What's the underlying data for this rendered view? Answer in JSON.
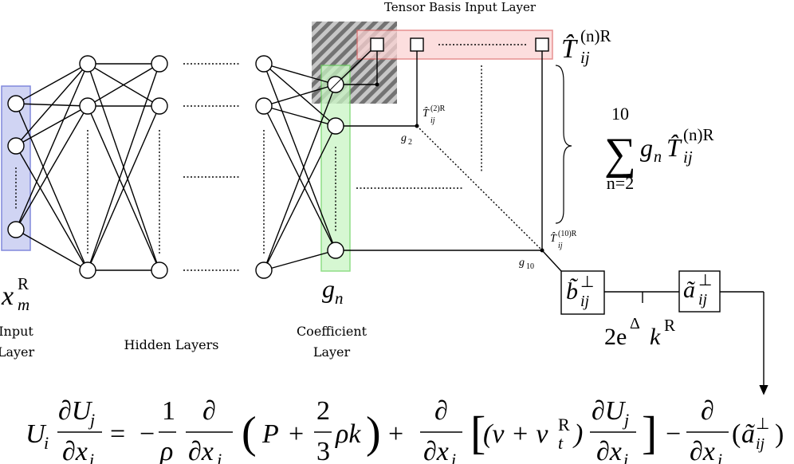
{
  "labels": {
    "tensor_basis_input_layer": "Tensor Basis Input Layer",
    "input_layer_line1": "Input",
    "input_layer_line2": "Layer",
    "hidden_layers": "Hidden Layers",
    "coefficient_layer_line1": "Coefficient",
    "coefficient_layer_line2": "Layer"
  },
  "math": {
    "x_m": "x",
    "x_m_sub": "m",
    "x_m_sup": "R",
    "g_n": "g",
    "g_n_sub": "n",
    "T_n": "T̂",
    "T_n_sup": "(n)R",
    "T_n_sub": "ij",
    "T_2": "T̂",
    "T_2_sup": "(2)R",
    "T_2_sub": "ij",
    "T_10": "T̂",
    "T_10_sup": "(10)R",
    "T_10_sub": "ij",
    "g_2": "g",
    "g_2_sub": "2",
    "g_10": "g",
    "g_10_sub": "10",
    "sum_upper": "10",
    "sum_lower": "n=2",
    "sum_term_g": "g",
    "sum_term_g_sub": "n",
    "sum_term_T": "T̂",
    "sum_term_T_sup": "(n)R",
    "sum_term_T_sub": "ij",
    "b_box": "b̃",
    "b_box_sup": "⊥",
    "b_box_sub": "ij",
    "a_box": "ã",
    "a_box_sup": "⊥",
    "a_box_sub": "ij",
    "scaling_2e": "2e",
    "scaling_delta": "Δ",
    "scaling_k": "k",
    "scaling_k_sup": "R"
  },
  "equation": {
    "lhs_U": "U",
    "lhs_U_sub": "i",
    "lhs_num": "∂U",
    "lhs_num_sub": "j",
    "lhs_den": "∂x",
    "lhs_den_sub": "i",
    "equals": "=",
    "minus1": "−",
    "frac1_num": "1",
    "frac1_den": "ρ",
    "d_num": "∂",
    "d_den": "∂x",
    "d_den_sub": "j",
    "paren_open": "(",
    "P": "P",
    "plus1": "+",
    "frac2_num": "2",
    "frac2_den": "3",
    "rho_k": "ρk",
    "paren_close": ")",
    "plus2": "+",
    "d2_num": "∂",
    "d2_den": "∂x",
    "d2_den_sub": "i",
    "bracket_open": "[",
    "nu_part": "(ν + ν",
    "nu_t_sub": "t",
    "nu_t_sup": "R",
    "nu_close": ")",
    "d3_num": "∂U",
    "d3_num_sub": "j",
    "d3_den": "∂x",
    "d3_den_sub": "i",
    "bracket_close": "]",
    "minus2": "−",
    "d4_num": "∂",
    "d4_den": "∂x",
    "d4_den_sub": "i",
    "a_open": "(",
    "a_tilde": "ã",
    "a_sup": "⊥",
    "a_sub": "ij",
    "a_close": ")"
  },
  "colors": {
    "input_box_fill": "#c8cdf2",
    "input_box_stroke": "#6a74d6",
    "coef_box_fill": "#c9f5c4",
    "coef_box_stroke": "#6ad35f",
    "tensor_box_fill": "#fbd3d3",
    "tensor_box_stroke": "#e06b6b",
    "hatch_fill": "#707070"
  }
}
